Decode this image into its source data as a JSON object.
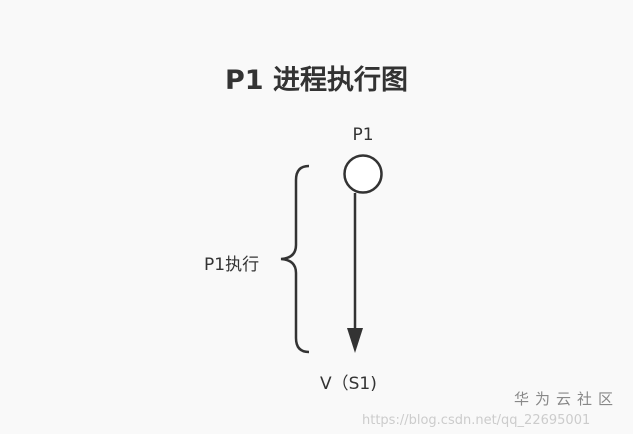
{
  "title": "P1 进程执行图",
  "nodes": {
    "process_label": "P1",
    "execution_label": "P1执行",
    "end_label": "V（S1)"
  },
  "watermark": {
    "brand": "华为云社区",
    "url": "https://blog.csdn.net/qq_22695001"
  },
  "colors": {
    "stroke": "#333333",
    "background": "#f9f9f9"
  }
}
